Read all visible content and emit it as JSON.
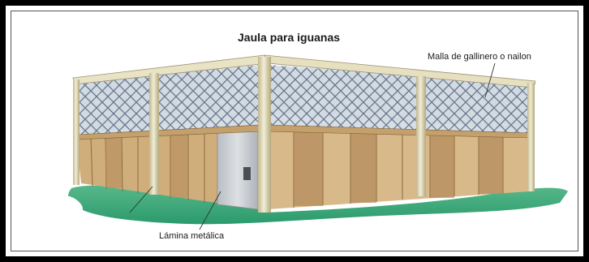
{
  "diagram": {
    "title": "Jaula para iguanas",
    "labels": {
      "mesh": "Malla de gallinero o nailon",
      "sheet": "Lámina metálica"
    }
  },
  "colors": {
    "frame": "#000000",
    "post": "#e9e3c6",
    "post_shadow": "#b9ae86",
    "mesh_line": "#5e6e86",
    "mesh_bg": "#ced7e0",
    "wood_light": "#d8b98a",
    "wood_dark": "#a87c4c",
    "grass": "#3da37a",
    "metal_sheet": "#c8ccd0",
    "leader_line": "#333333"
  }
}
